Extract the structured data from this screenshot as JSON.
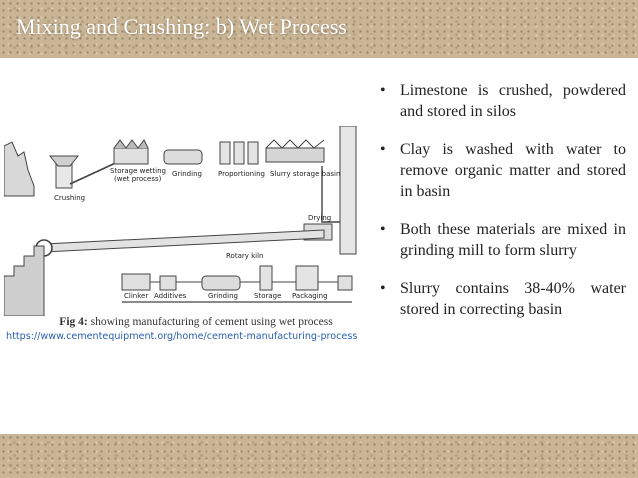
{
  "slide": {
    "title": "Mixing and Crushing: b) Wet Process"
  },
  "diagram": {
    "labels": {
      "crushing": "Crushing",
      "storage_wetting": "Storage wetting",
      "wet_process": "(wet process)",
      "grinding_top": "Grinding",
      "proportioning": "Proportioning",
      "slurry_storage_basin": "Slurry storage basin",
      "drying": "Drying",
      "rotary_kiln": "Rotary kiln",
      "clinker": "Clinker",
      "additives": "Additives",
      "grinding_bottom": "Grinding",
      "storage": "Storage",
      "packaging": "Packaging"
    }
  },
  "caption": {
    "prefix": "Fig 4:",
    "text": " showing manufacturing of cement using wet process",
    "link": "https://www.cementequipment.org/home/cement-manufacturing-process"
  },
  "bullets": [
    "Limestone is crushed, powdered and stored in silos",
    "Clay is washed with water to remove organic matter and stored in basin",
    "Both these materials are mixed in grinding mill to form slurry",
    "Slurry contains 38-40% water stored in correcting basin"
  ]
}
